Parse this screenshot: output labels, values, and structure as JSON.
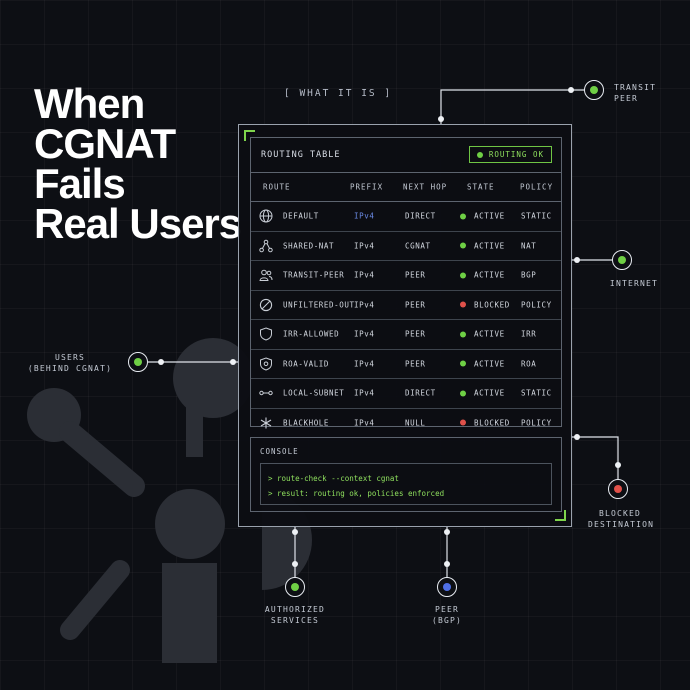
{
  "headline": [
    "When",
    "CGNAT",
    "Fails",
    "Real Users"
  ],
  "tag": "[ WHAT IT IS ]",
  "routing_table": {
    "title": "ROUTING TABLE",
    "status": "ROUTING OK",
    "columns": {
      "route": "ROUTE",
      "prefix": "PREFIX",
      "next_hop": "NEXT HOP",
      "state": "STATE",
      "policy": "POLICY"
    },
    "rows": [
      {
        "icon": "globe-icon",
        "route": "DEFAULT",
        "prefix": "IPv4",
        "next_hop": "DIRECT",
        "state": "ACTIVE",
        "state_color": "#6fcf45",
        "policy": "STATIC"
      },
      {
        "icon": "share-nodes-icon",
        "route": "SHARED-NAT",
        "prefix": "IPv4",
        "next_hop": "CGNAT",
        "state": "ACTIVE",
        "state_color": "#6fcf45",
        "policy": "NAT"
      },
      {
        "icon": "users-icon",
        "route": "TRANSIT-PEER",
        "prefix": "IPv4",
        "next_hop": "PEER",
        "state": "ACTIVE",
        "state_color": "#6fcf45",
        "policy": "BGP"
      },
      {
        "icon": "blocked-icon",
        "route": "UNFILTERED-OUT",
        "prefix": "IPv4",
        "next_hop": "PEER",
        "state": "BLOCKED",
        "state_color": "#e0514a",
        "policy": "POLICY"
      },
      {
        "icon": "shield-icon",
        "route": "IRR-ALLOWED",
        "prefix": "IPv4",
        "next_hop": "PEER",
        "state": "ACTIVE",
        "state_color": "#6fcf45",
        "policy": "IRR"
      },
      {
        "icon": "shield-check-icon",
        "route": "ROA-VALID",
        "prefix": "IPv4",
        "next_hop": "PEER",
        "state": "ACTIVE",
        "state_color": "#6fcf45",
        "policy": "ROA"
      },
      {
        "icon": "link-nodes-icon",
        "route": "LOCAL-SUBNET",
        "prefix": "IPv4",
        "next_hop": "DIRECT",
        "state": "ACTIVE",
        "state_color": "#6fcf45",
        "policy": "STATIC"
      },
      {
        "icon": "asterisk-icon",
        "route": "BLACKHOLE",
        "prefix": "IPv4",
        "next_hop": "NULL",
        "state": "BLOCKED",
        "state_color": "#e0514a",
        "policy": "POLICY"
      }
    ]
  },
  "console": {
    "title": "CONSOLE",
    "lines": [
      "> route-check --context cgnat",
      "> result: routing ok, policies enforced"
    ]
  },
  "nodes": {
    "transit_peer": {
      "label": [
        "TRANSIT",
        "PEER"
      ],
      "color": "#6fcf45"
    },
    "internet": {
      "label": [
        "INTERNET"
      ],
      "color": "#6fcf45"
    },
    "users": {
      "label": [
        "USERS",
        "(BEHIND CGNAT)"
      ],
      "color": "#6fcf45"
    },
    "blocked_destination": {
      "label": [
        "BLOCKED",
        "DESTINATION"
      ],
      "color": "#e0514a"
    },
    "authorized_services": {
      "label": [
        "AUTHORIZED",
        "SERVICES"
      ],
      "color": "#6fcf45"
    },
    "peer_bgp": {
      "label": [
        "PEER",
        "(BGP)"
      ],
      "color": "#4f6fe6"
    }
  },
  "colors": {
    "accent_green": "#6fcf45",
    "blocked_red": "#e0514a",
    "ipv4_blue": "#6c8ce8"
  }
}
